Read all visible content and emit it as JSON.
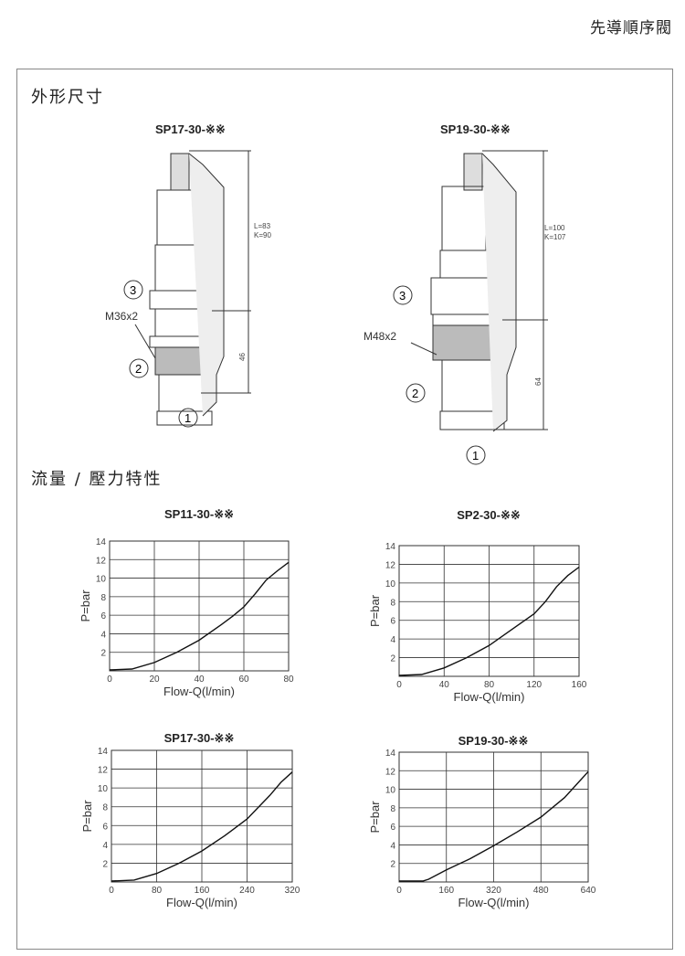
{
  "header": {
    "title": "先導順序閥"
  },
  "dimensions": {
    "section_title": "外形尺寸",
    "items": [
      {
        "model": "SP17-30-※※",
        "dim_top": "L=83",
        "dim_top2": "K=90",
        "dim_bottom": "46",
        "thread": "M36x2",
        "ports": [
          "3",
          "2",
          "1"
        ]
      },
      {
        "model": "SP19-30-※※",
        "dim_top": "L=100",
        "dim_top2": "K=107",
        "dim_bottom": "64",
        "thread": "M48x2",
        "ports": [
          "3",
          "2",
          "1"
        ]
      }
    ]
  },
  "flow_section": {
    "title": "流量 / 壓力特性"
  },
  "chart_data": [
    {
      "type": "line",
      "title": "SP11-30-※※",
      "xlabel": "Flow-Q(l/min)",
      "ylabel": "P=bar",
      "xlim": [
        0,
        80
      ],
      "ylim": [
        0,
        14
      ],
      "xticks": [
        0,
        20,
        40,
        60,
        80
      ],
      "yticks": [
        2,
        4,
        6,
        8,
        10,
        12,
        14
      ],
      "grid": true,
      "x": [
        0,
        10,
        20,
        30,
        40,
        50,
        55,
        60,
        65,
        70,
        75,
        80
      ],
      "y": [
        0.1,
        0.2,
        0.9,
        2,
        3.3,
        5,
        5.9,
        6.9,
        8.3,
        9.8,
        10.8,
        11.7
      ]
    },
    {
      "type": "line",
      "title": "SP2-30-※※",
      "xlabel": "Flow-Q(l/min)",
      "ylabel": "P=bar",
      "xlim": [
        0,
        160
      ],
      "ylim": [
        0,
        14
      ],
      "xticks": [
        0,
        40,
        80,
        120,
        160
      ],
      "yticks": [
        2,
        4,
        6,
        8,
        10,
        12,
        14
      ],
      "grid": true,
      "x": [
        0,
        20,
        40,
        60,
        80,
        100,
        120,
        130,
        140,
        150,
        160
      ],
      "y": [
        0.1,
        0.2,
        0.9,
        2,
        3.3,
        5,
        6.7,
        8,
        9.6,
        10.8,
        11.7
      ]
    },
    {
      "type": "line",
      "title": "SP17-30-※※",
      "xlabel": "Flow-Q(l/min)",
      "ylabel": "P=bar",
      "xlim": [
        0,
        320
      ],
      "ylim": [
        0,
        14
      ],
      "xticks": [
        0,
        80,
        160,
        240,
        320
      ],
      "yticks": [
        2,
        4,
        6,
        8,
        10,
        12,
        14
      ],
      "grid": true,
      "x": [
        0,
        40,
        80,
        120,
        160,
        200,
        240,
        280,
        300,
        320
      ],
      "y": [
        0.1,
        0.2,
        0.9,
        2,
        3.3,
        4.9,
        6.7,
        9.2,
        10.6,
        11.7
      ]
    },
    {
      "type": "line",
      "title": "SP19-30-※※",
      "xlabel": "Flow-Q(l/min)",
      "ylabel": "P=bar",
      "xlim": [
        0,
        640
      ],
      "ylim": [
        0,
        14
      ],
      "xticks": [
        0,
        160,
        320,
        480,
        640
      ],
      "yticks": [
        2,
        4,
        6,
        8,
        10,
        12,
        14
      ],
      "grid": true,
      "x": [
        0,
        80,
        100,
        160,
        240,
        320,
        400,
        480,
        560,
        640
      ],
      "y": [
        0.1,
        0.1,
        0.3,
        1.3,
        2.5,
        3.9,
        5.4,
        7,
        9.1,
        11.9
      ]
    }
  ]
}
